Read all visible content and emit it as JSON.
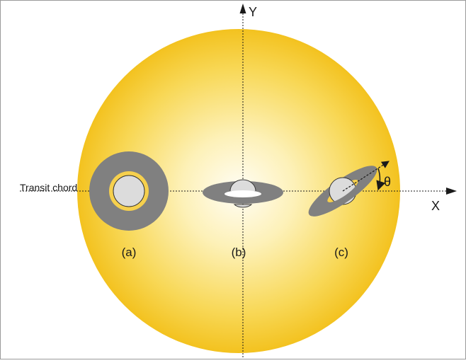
{
  "diagram": {
    "axis_y_label": "Y",
    "axis_x_label": "X",
    "chord_label": "Transit chord",
    "angle_label": "θ",
    "panels": [
      {
        "id": "a",
        "label": "(a)"
      },
      {
        "id": "b",
        "label": "(b)"
      },
      {
        "id": "c",
        "label": "(c)"
      }
    ]
  },
  "colors": {
    "star_center": "#fffdf5",
    "star_edge": "#f3c21f",
    "ring": "#808080",
    "planet": "#dcdcdc",
    "gap": "#f6d04d",
    "axis": "#1a1a1a",
    "frame": "#9a9a9a"
  }
}
